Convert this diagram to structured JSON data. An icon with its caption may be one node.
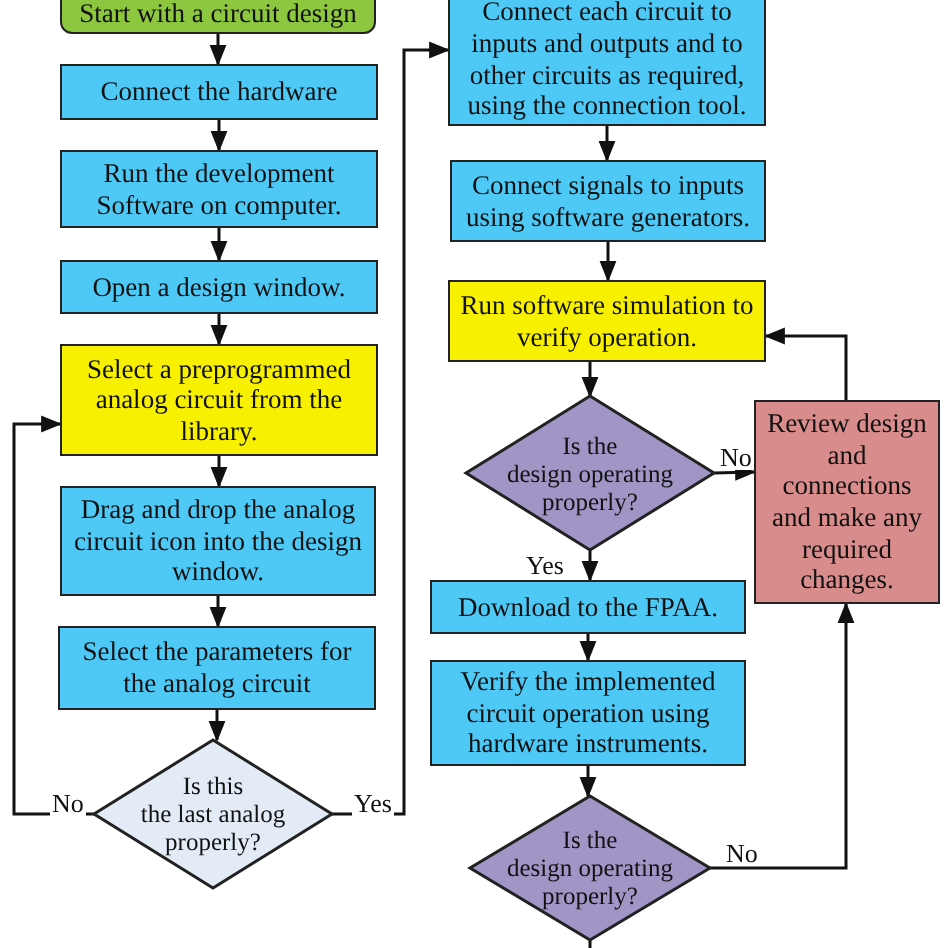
{
  "diagram": {
    "nodes": [
      {
        "text": [
          "Start with a circuit design"
        ]
      },
      {
        "text": [
          "Connect the hardware"
        ]
      },
      {
        "text": [
          "Run the development Software on computer."
        ]
      },
      {
        "text": [
          "Open a design window."
        ]
      },
      {
        "text": [
          "Select a preprogrammed analog circuit from the library."
        ]
      },
      {
        "text": [
          "Drag and drop the analog circuit icon into the design window."
        ]
      },
      {
        "text": [
          "Select the parameters for the analog circuit"
        ]
      },
      {
        "text": [
          "Is this the last analog properly?"
        ]
      },
      {
        "text": [
          "Connect each circuit to inputs and outputs and to other circuits as required, using the connection tool."
        ]
      },
      {
        "text": [
          "Connect signals to inputs using software generators."
        ]
      },
      {
        "text": [
          "Run software simulation to verify operation."
        ]
      },
      {
        "text": [
          "Is the design operating properly?"
        ]
      },
      {
        "text": [
          "Review design and connections and make any required changes."
        ]
      },
      {
        "text": [
          "Download to the FPAA."
        ]
      },
      {
        "text": [
          "Verify the implemented circuit operation using hardware instruments."
        ]
      },
      {
        "text": [
          "Is the design operating properly?"
        ]
      }
    ],
    "edges": [
      {
        "from": 0,
        "to": 1,
        "arrow": "to"
      },
      {
        "from": 1,
        "to": 2,
        "arrow": "to"
      },
      {
        "from": 2,
        "to": 3,
        "arrow": "to"
      },
      {
        "from": 3,
        "to": 4,
        "arrow": "to"
      },
      {
        "from": 4,
        "to": 5,
        "arrow": "to"
      },
      {
        "from": 5,
        "to": 6,
        "arrow": "to"
      },
      {
        "from": 6,
        "to": 7,
        "arrow": "to"
      },
      {
        "from": 7,
        "to": 4,
        "arrow": "to",
        "label": "No"
      },
      {
        "from": 7,
        "to": 8,
        "arrow": "to",
        "label": "Yes"
      },
      {
        "from": 8,
        "to": 9,
        "arrow": "to"
      },
      {
        "from": 9,
        "to": 10,
        "arrow": "to"
      },
      {
        "from": 10,
        "to": 11,
        "arrow": "to"
      },
      {
        "from": 11,
        "to": 12,
        "arrow": "to",
        "label": "No"
      },
      {
        "from": 11,
        "to": 13,
        "arrow": "to",
        "label": "Yes"
      },
      {
        "from": 13,
        "to": 14,
        "arrow": "to"
      },
      {
        "from": 14,
        "to": 15,
        "arrow": "to"
      },
      {
        "from": 15,
        "to": 12,
        "arrow": "to",
        "label": "No"
      },
      {
        "from": 12,
        "to": 10,
        "arrow": "to"
      },
      {
        "from": 15,
        "to": null,
        "arrow": "none"
      }
    ]
  }
}
